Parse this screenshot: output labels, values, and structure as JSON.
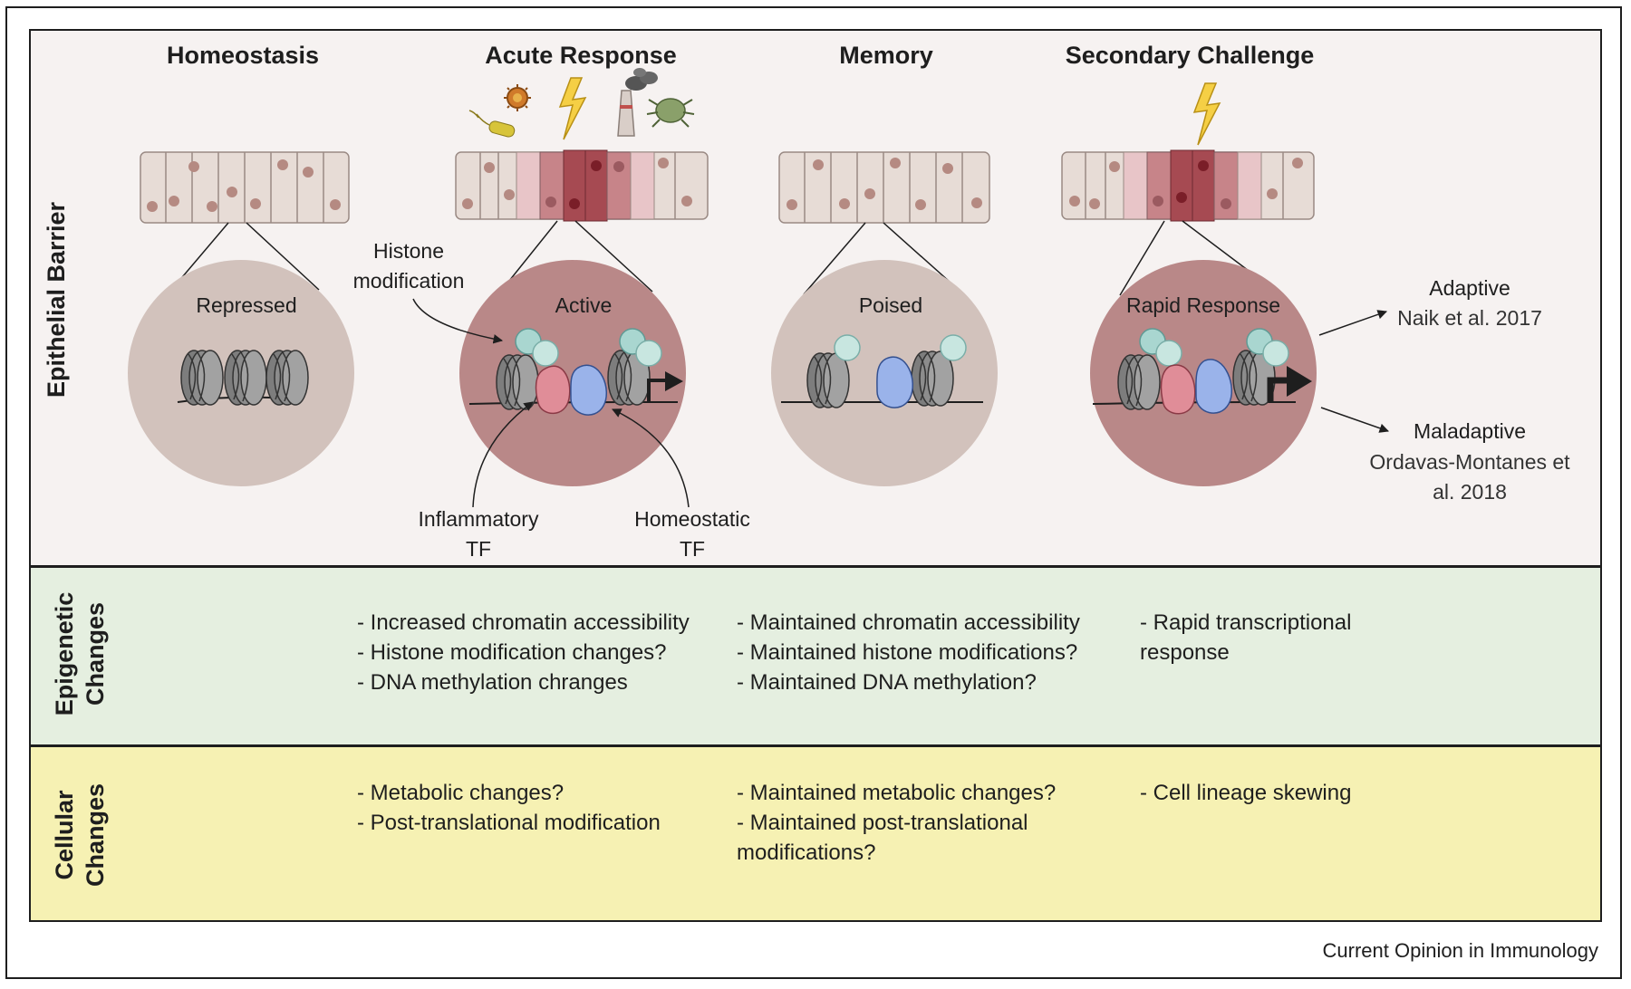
{
  "columns": {
    "homeostasis": "Homeostasis",
    "acute": "Acute Response",
    "memory": "Memory",
    "secondary": "Secondary Challenge"
  },
  "rows": {
    "epithelial": "Epithelial Barrier",
    "epigenetic": [
      "Epigenetic",
      "Changes"
    ],
    "cellular": [
      "Cellular",
      "Changes"
    ]
  },
  "nuclei": {
    "repressed": "Repressed",
    "active": "Active",
    "poised": "Poised",
    "rapid": "Rapid Response"
  },
  "annotations": {
    "histone_mod": [
      "Histone",
      "modification"
    ],
    "inflammatory_tf": [
      "Inflammatory",
      "TF"
    ],
    "homeostatic_tf": [
      "Homeostatic",
      "TF"
    ]
  },
  "outcomes": {
    "adaptive_title": "Adaptive",
    "adaptive_ref": "Naik et al. 2017",
    "maladaptive_title": "Maladaptive",
    "maladaptive_ref": [
      "Ordavas-Montanes et",
      "al. 2018"
    ]
  },
  "epigenetic": {
    "acute": [
      "- Increased chromatin accessibility",
      "- Histone modification changes?",
      "- DNA methylation chranges"
    ],
    "memory": [
      "- Maintained chromatin accessibility",
      "- Maintained histone modifications?",
      "- Maintained DNA methylation?"
    ],
    "secondary": [
      "- Rapid transcriptional",
      "response"
    ]
  },
  "cellular": {
    "acute": [
      "- Metabolic changes?",
      "- Post-translational modification"
    ],
    "memory": [
      "- Maintained metabolic changes?",
      "- Maintained post-translational",
      "modifications?"
    ],
    "secondary": [
      "- Cell lineage skewing"
    ]
  },
  "credit": "Current Opinion in Immunology",
  "colors": {
    "epithelial_bg": "#f6f2f1",
    "epigenetic_bg": "#e5efe0",
    "cellular_bg": "#f6f1b3",
    "nucleus_resting": "#d2c2bc",
    "nucleus_active": "#b98888",
    "inflammatory_tf": "#e08d98",
    "homeostatic_tf": "#9ab3ea",
    "histone_mark": "#c8e6e0"
  },
  "icons": [
    "bacterium-icon",
    "virus-icon",
    "lightning-icon",
    "factory-icon",
    "dust-mite-icon"
  ]
}
